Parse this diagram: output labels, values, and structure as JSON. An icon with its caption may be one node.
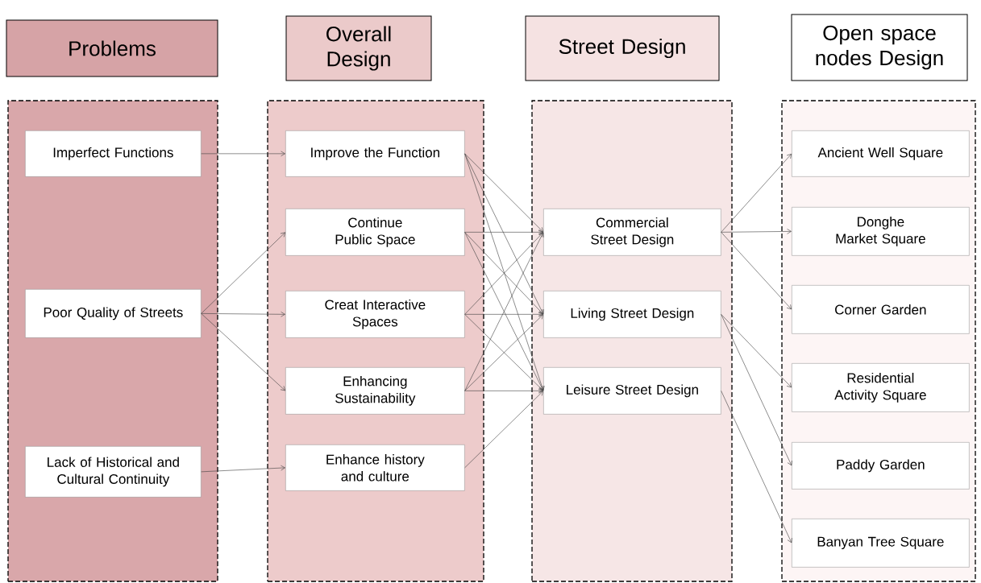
{
  "diagram": {
    "nodes": [
      {
        "text": [
          "Problems"
        ]
      },
      {
        "text": [
          "Overall Design"
        ]
      },
      {
        "text": [
          "Street Design"
        ]
      },
      {
        "text": [
          "Open space nodes Design"
        ]
      },
      {
        "text": [],
        "shape": "box"
      },
      {
        "text": [],
        "shape": "box"
      },
      {
        "text": [],
        "shape": "box"
      },
      {
        "text": [],
        "shape": "box"
      },
      {
        "text": [
          "Imperfect Functions"
        ],
        "in": 4
      },
      {
        "text": [
          "Poor Quality of Streets"
        ],
        "in": 4
      },
      {
        "text": [
          "Lack of Historical and Cultural Continuity"
        ],
        "in": 4
      },
      {
        "text": [
          "Improve the Function"
        ],
        "in": 5
      },
      {
        "text": [
          "Continue Public Space"
        ],
        "in": 5
      },
      {
        "text": [
          "Creat Interactive Spaces"
        ],
        "in": 5
      },
      {
        "text": [
          "Enhancing Sustainability"
        ],
        "in": 5
      },
      {
        "text": [
          "Enhance history and culture"
        ],
        "in": 5
      },
      {
        "text": [
          "Commercial Street Design"
        ],
        "in": 6
      },
      {
        "text": [
          "Living Street Design"
        ],
        "in": 6
      },
      {
        "text": [
          "Leisure Street Design"
        ],
        "in": 6
      },
      {
        "text": [
          "Ancient Well Square"
        ],
        "in": 7
      },
      {
        "text": [
          "Donghe Market Square"
        ],
        "in": 7
      },
      {
        "text": [
          "Corner Garden"
        ],
        "in": 7
      },
      {
        "text": [
          "Residential Activity Square"
        ],
        "in": 7
      },
      {
        "text": [
          "Paddy Garden"
        ],
        "in": 7
      },
      {
        "text": [
          "Banyan Tree Square"
        ],
        "in": 7
      }
    ],
    "edges": [
      {
        "from": 8,
        "to": 11,
        "arrow": "to"
      },
      {
        "from": 9,
        "to": 12,
        "arrow": "to"
      },
      {
        "from": 9,
        "to": 13,
        "arrow": "to"
      },
      {
        "from": 9,
        "to": 14,
        "arrow": "to"
      },
      {
        "from": 10,
        "to": 15,
        "arrow": "to"
      },
      {
        "from": 11,
        "to": 16,
        "arrow": "to"
      },
      {
        "from": 11,
        "to": 17,
        "arrow": "to"
      },
      {
        "from": 11,
        "to": 18,
        "arrow": "to"
      },
      {
        "from": 12,
        "to": 16,
        "arrow": "to"
      },
      {
        "from": 12,
        "to": 17,
        "arrow": "to"
      },
      {
        "from": 12,
        "to": 18,
        "arrow": "to"
      },
      {
        "from": 13,
        "to": 16,
        "arrow": "to"
      },
      {
        "from": 13,
        "to": 17,
        "arrow": "to"
      },
      {
        "from": 13,
        "to": 18,
        "arrow": "to"
      },
      {
        "from": 14,
        "to": 16,
        "arrow": "to"
      },
      {
        "from": 14,
        "to": 17,
        "arrow": "to"
      },
      {
        "from": 14,
        "to": 18,
        "arrow": "to"
      },
      {
        "from": 15,
        "to": 18,
        "arrow": "to"
      },
      {
        "from": 16,
        "to": 19,
        "arrow": "to"
      },
      {
        "from": 16,
        "to": 20,
        "arrow": "to"
      },
      {
        "from": 16,
        "to": 21,
        "arrow": "to"
      },
      {
        "from": 17,
        "to": 22,
        "arrow": "to"
      },
      {
        "from": 17,
        "to": 23,
        "arrow": "to"
      },
      {
        "from": 18,
        "to": 24,
        "arrow": "to"
      }
    ]
  }
}
